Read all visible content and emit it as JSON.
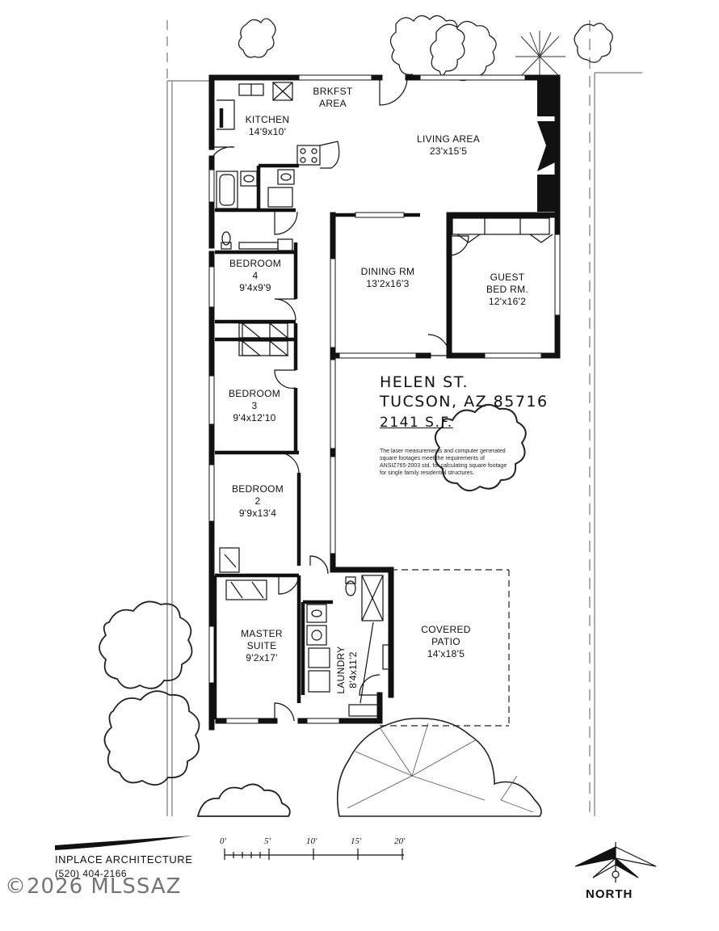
{
  "rooms": {
    "kitchen": {
      "name": "KITCHEN",
      "dims": "14'9x10'"
    },
    "breakfast": {
      "line1": "BRKFST",
      "line2": "AREA"
    },
    "living": {
      "name": "LIVING AREA",
      "dims": "23'x15'5"
    },
    "dining": {
      "name": "DINING RM",
      "dims": "13'2x16'3"
    },
    "guest": {
      "line1": "GUEST",
      "line2": "BED RM.",
      "dims": "12'x16'2"
    },
    "bedroom4": {
      "name": "BEDROOM",
      "num": "4",
      "dims": "9'4x9'9"
    },
    "bedroom3": {
      "name": "BEDROOM",
      "num": "3",
      "dims": "9'4x12'10"
    },
    "bedroom2": {
      "name": "BEDROOM",
      "num": "2",
      "dims": "9'9x13'4"
    },
    "master": {
      "line1": "MASTER",
      "line2": "SUITE",
      "dims": "9'2x17'"
    },
    "laundry": {
      "name": "LAUNDRY",
      "dims": "8'4x11'2"
    },
    "patio": {
      "line1": "COVERED",
      "line2": "PATIO",
      "dims": "14'x18'5"
    }
  },
  "address": {
    "street": "HELEN ST.",
    "city": "TUCSON, AZ 85716",
    "area": "2141 S.F."
  },
  "note": "The laser measurements and computer generated square footages meet the requirements of ANSIZ765-2003 std. for calculating square footage for single family residential structures.",
  "scale": {
    "ticks": [
      "0'",
      "5'",
      "10'",
      "15'",
      "20'"
    ]
  },
  "brand": {
    "name": "INPLACE ARCHITECTURE",
    "phone": "(520) 404-2166"
  },
  "watermark": "©2026 MLSSAZ",
  "compass": {
    "label": "NORTH"
  }
}
